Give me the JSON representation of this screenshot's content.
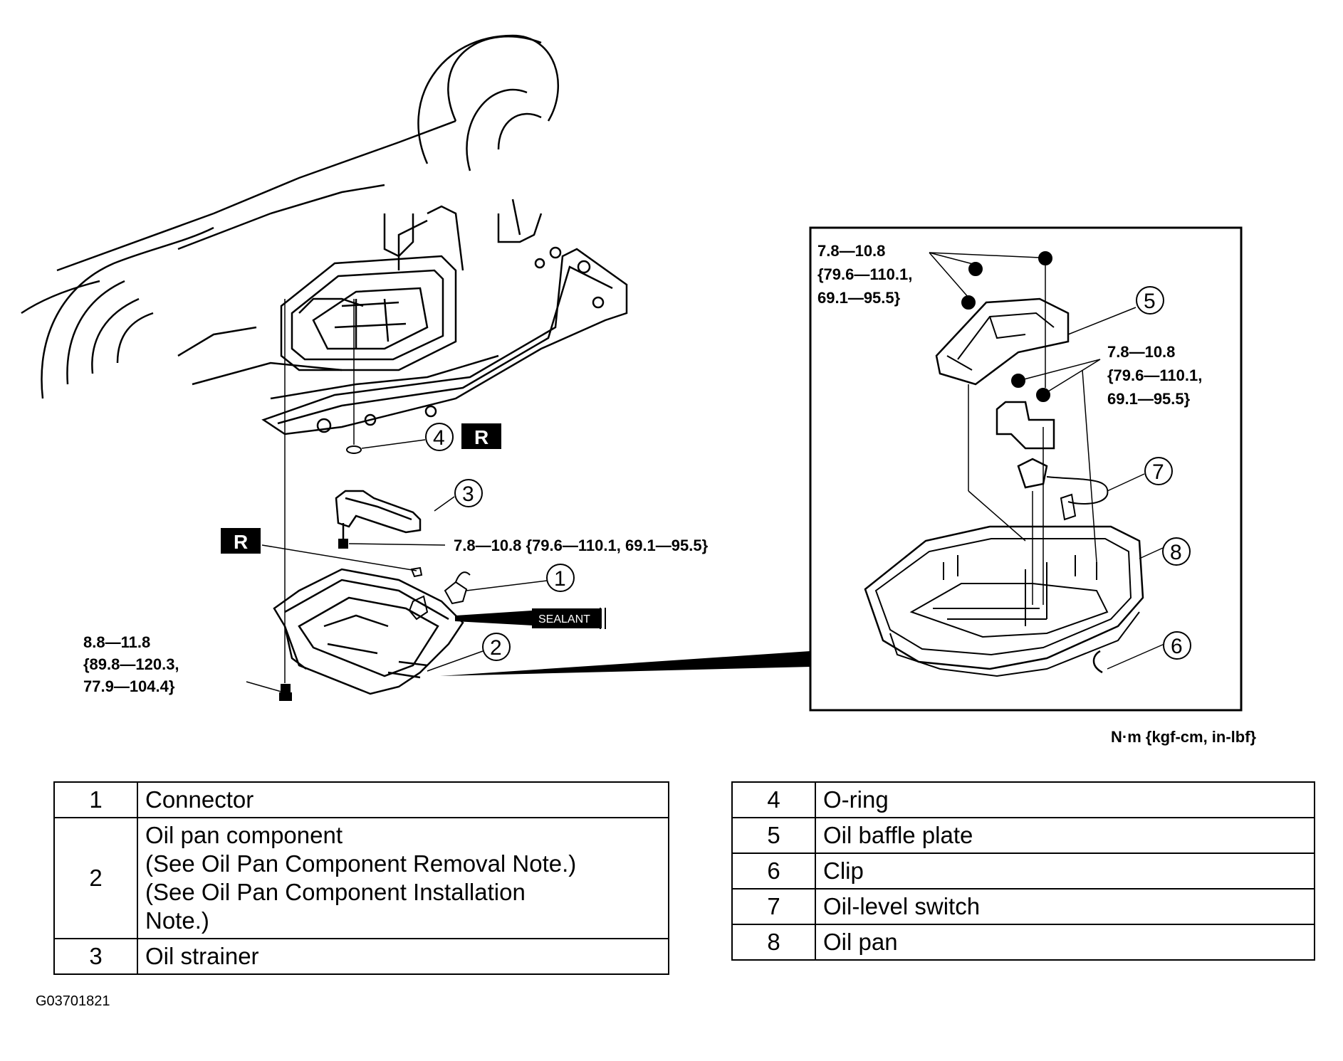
{
  "callouts": [
    "1",
    "2",
    "3",
    "4",
    "5",
    "6",
    "7",
    "8"
  ],
  "badges": {
    "replace": "R",
    "sealant": "SEALANT"
  },
  "torque": {
    "main_bolt": "7.8—10.8 {79.6—110.1,  69.1—95.5}",
    "pan_bolt": [
      "8.8—11.8",
      "{89.8—120.3,",
      "77.9—104.4}"
    ],
    "baffle_nut": [
      "7.8—10.8",
      "{79.6—110.1,",
      "69.1—95.5}"
    ],
    "bracket_nut": [
      "7.8—10.8",
      "{79.6—110.1,",
      "69.1—95.5}"
    ]
  },
  "units": "N·m {kgf-cm, in-lbf}",
  "figure_code": "G03701821",
  "parts_left": [
    {
      "num": "1",
      "lines": [
        "Connector"
      ]
    },
    {
      "num": "2",
      "lines": [
        "Oil pan component",
        "(See Oil Pan Component Removal Note.)",
        "(See Oil Pan Component Installation",
        "Note.)"
      ]
    },
    {
      "num": "3",
      "lines": [
        "Oil strainer"
      ]
    }
  ],
  "parts_right": [
    {
      "num": "4",
      "lines": [
        "O-ring"
      ]
    },
    {
      "num": "5",
      "lines": [
        "Oil baffle plate"
      ]
    },
    {
      "num": "6",
      "lines": [
        "Clip"
      ]
    },
    {
      "num": "7",
      "lines": [
        "Oil-level switch"
      ]
    },
    {
      "num": "8",
      "lines": [
        "Oil pan"
      ]
    }
  ]
}
